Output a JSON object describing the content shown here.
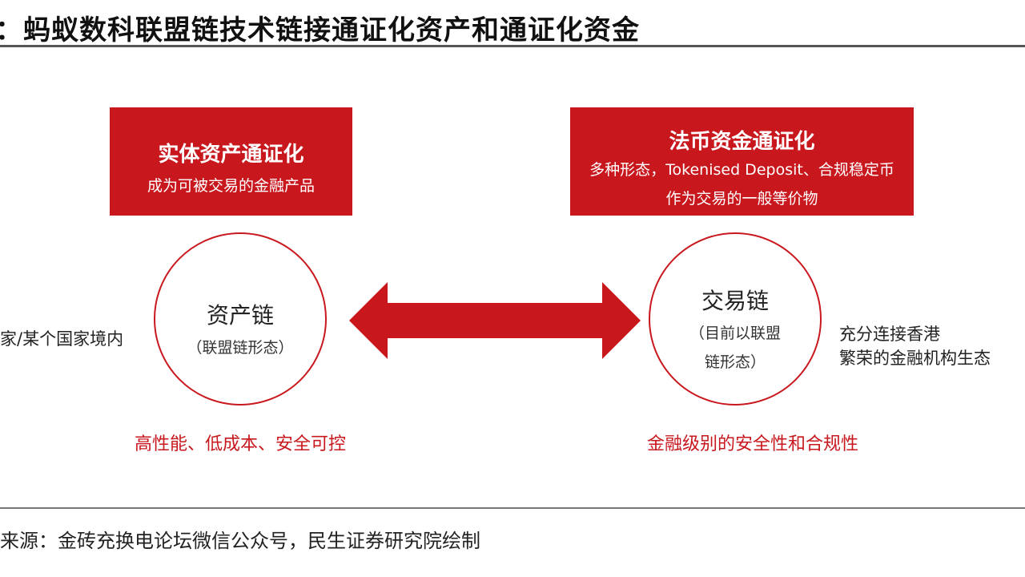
{
  "header": {
    "title": "：蚂蚁数科联盟链技术链接通证化资产和通证化资金"
  },
  "left_box": {
    "heading": "实体资产通证化",
    "subtitle": "成为可被交易的金融产品"
  },
  "right_box": {
    "heading": "法币资金通证化",
    "line1": "多种形态，Tokenised Deposit、合规稳定币",
    "line2": "作为交易的一般等价物"
  },
  "left_circle": {
    "title": "资产链",
    "subtitle": "（联盟链形态）"
  },
  "right_circle": {
    "title": "交易链",
    "subtitle_line1": "（目前以联盟",
    "subtitle_line2": "链形态）"
  },
  "left_side_text": "家/某个国家境内",
  "right_side_text": {
    "line1": "充分连接香港",
    "line2": "繁荣的金融机构生态"
  },
  "left_caption": "高性能、低成本、安全可控",
  "right_caption": "金融级别的安全性和合规性",
  "source": "来源：金砖充换电论坛微信公众号，民生证券研究院绘制",
  "colors": {
    "accent": "#c8181e",
    "rule": "#555555"
  }
}
